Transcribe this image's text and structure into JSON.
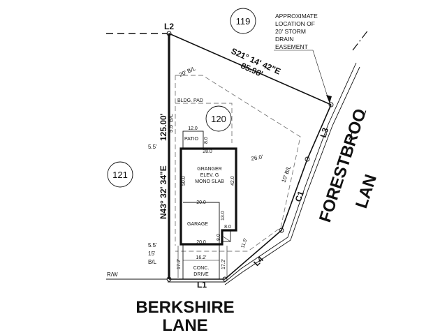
{
  "lots": {
    "north": "119",
    "subject": "120",
    "west": "121"
  },
  "note": {
    "lines": [
      "APPROXIMATE",
      "LOCATION OF",
      "20' STORM",
      "DRAIN",
      "EASEMENT"
    ]
  },
  "courses": {
    "north_bearing": "S21° 14' 42\"E",
    "north_distance": "85.98'",
    "west_bearing": "N43° 32' 34\"E",
    "west_distance": "125.00'",
    "l1": "L1",
    "l2": "L2",
    "l3": "L3",
    "l4": "L4",
    "c1": "C1"
  },
  "setbacks": {
    "rear": "20' B/L",
    "side_west": "5.5' B/L",
    "side_east": "10' B/L",
    "front_left_a": "5.5'",
    "front_left_b": "15'",
    "front_left_c": "B/L",
    "house_offset": "5.5'",
    "east_offset": "26.0'",
    "corner_offset": "11.5'"
  },
  "house": {
    "pad": "BLDG. PAD",
    "name_lines": [
      "GRANGER",
      "ELEV. G",
      "MONO SLAB"
    ],
    "patio": "PATIO",
    "garage": "GARAGE",
    "dims": {
      "patio_w": "12.0",
      "patio_d": "8.0",
      "front_w": "28.0",
      "left_d": "50.0",
      "right_d": "42.0",
      "garage_w": "20.0",
      "garage_d": "13.0",
      "jog": "8.0",
      "jog_d": "8.0",
      "garage_front": "20.0"
    }
  },
  "drive": {
    "label_lines": [
      "CONC.",
      "DRIVE"
    ],
    "width": "16.2'",
    "left_len": "17.2'",
    "right_len": "17.2'"
  },
  "row": "R/W",
  "streets": {
    "south_lines": [
      "BERKSHIRE",
      "LANE"
    ],
    "east_lines": [
      "FORESTBROO",
      "LAN"
    ]
  }
}
